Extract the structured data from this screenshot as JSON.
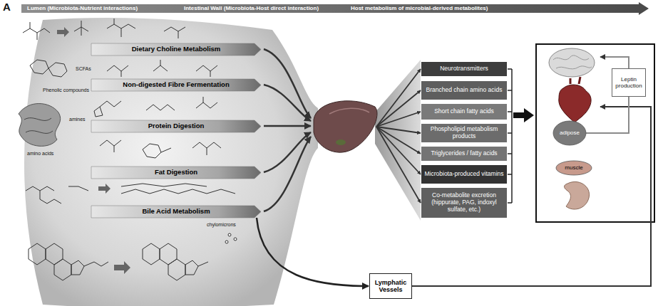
{
  "diagram": {
    "nodes": [
      {
        "text": [
          "Lumen (Microbiota-Nutrient interactions)",
          "Intestinal Wall (Microbiota-Host direct interaction)",
          "Host metabolism of microbial-derived metabolites)"
        ]
      },
      {
        "text": [
          "Dietary Choline Metabolism"
        ]
      },
      {
        "text": [
          "Non-digested Fibre Fermentation"
        ]
      },
      {
        "text": [
          "Protein Digestion"
        ]
      },
      {
        "text": [
          "Fat Digestion"
        ]
      },
      {
        "text": [
          "Bile Acid Metabolism"
        ]
      },
      {
        "text": [
          "Neurotransmitters"
        ]
      },
      {
        "text": [
          "Branched chain amino acids"
        ]
      },
      {
        "text": [
          "Short chain fatty acids"
        ]
      },
      {
        "text": [
          "Phospholipid metabolism products"
        ]
      },
      {
        "text": [
          "Triglycerides / fatty acids"
        ]
      },
      {
        "text": [
          "Microbiota-produced vitamins"
        ]
      },
      {
        "text": [
          "Co-metabolite excretion (hippurate, PAG, indoxyl sulfate, etc.)"
        ]
      },
      {
        "text": [
          "Lymphatic Vessels"
        ]
      },
      {
        "text": [
          "Leptin production"
        ]
      },
      {
        "text": [
          "adipose"
        ]
      },
      {
        "text": [
          "muscle"
        ]
      }
    ],
    "edges": [
      {
        "from": 5,
        "to": 13,
        "arrow": "to"
      },
      {
        "from": 15,
        "to": 14,
        "arrow": "none"
      }
    ],
    "labels": [
      "A",
      "SCFAs",
      "Phenolic compounds",
      "amines",
      "amino acids",
      "chylomicrons"
    ]
  }
}
